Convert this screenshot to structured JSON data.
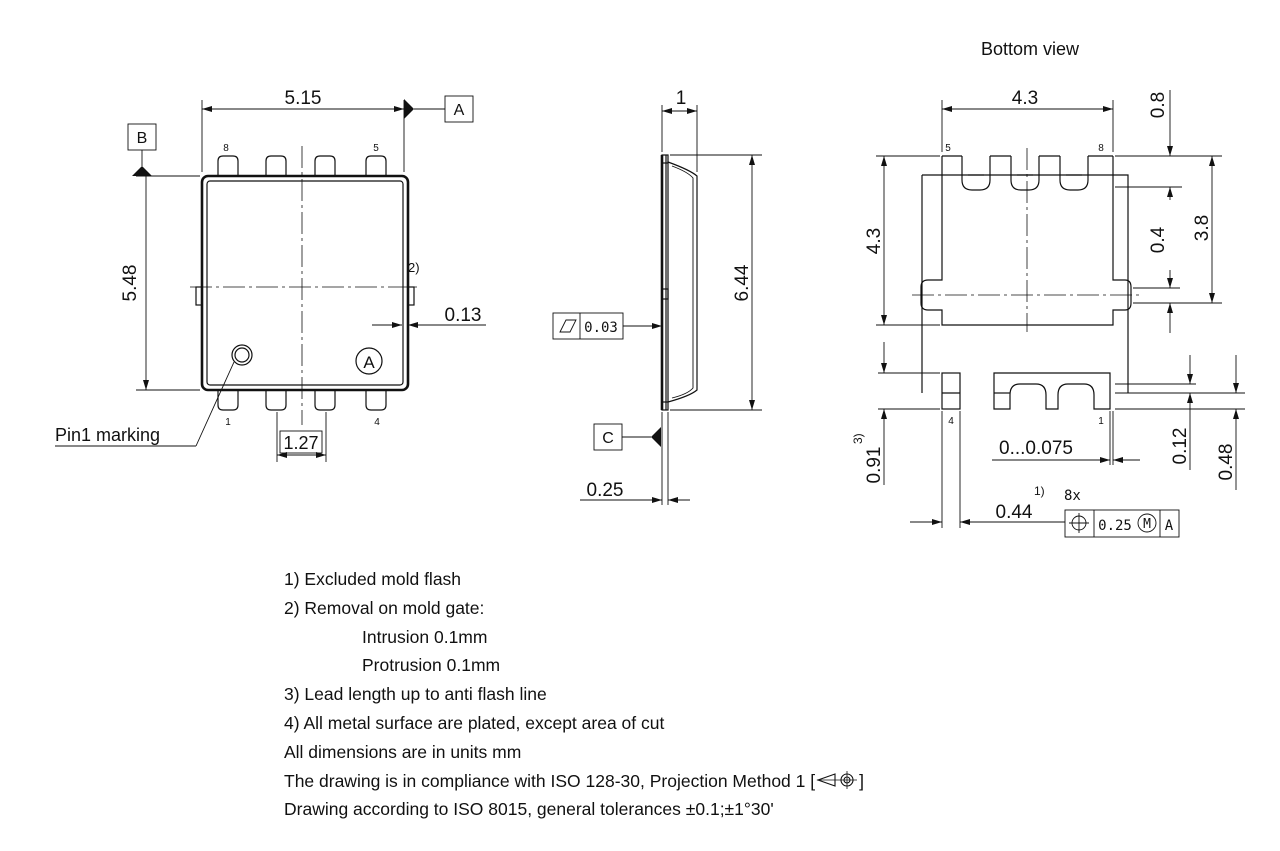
{
  "top_view": {
    "width_dim": "5.15",
    "height_dim": "5.48",
    "datum_a": "A",
    "datum_b": "B",
    "pin_8": "8",
    "pin_5": "5",
    "pin_1": "1",
    "pin_4": "4",
    "note_ref_2": "2)",
    "flash_dim": "0.13",
    "pitch_dim": "1.27",
    "pin1_label": "Pin1 marking",
    "circle_a": "A"
  },
  "side_view": {
    "thickness_dim": "1",
    "length_dim": "6.44",
    "flatness_value": "0.03",
    "datum_c": "C",
    "lead_dim": "0.25"
  },
  "bottom_view": {
    "title": "Bottom view",
    "width_dim": "4.3",
    "height_dim": "4.3",
    "dim_08": "0.8",
    "dim_04": "0.4",
    "dim_38": "3.8",
    "dim_091": "0.91",
    "dim_091_ref": "3)",
    "range_dim": "0...0.075",
    "dim_012": "0.12",
    "dim_048": "0.48",
    "dim_044": "0.44",
    "dim_044_ref": "1)",
    "count": "8x",
    "pos_tol": "0.25",
    "pos_mod": "M",
    "pos_datum": "A",
    "pin_5": "5",
    "pin_8": "8",
    "pin_4": "4",
    "pin_1": "1"
  },
  "notes": [
    "1) Excluded mold flash",
    "2) Removal on mold gate:",
    "Intrusion 0.1mm",
    "Protrusion 0.1mm",
    "3) Lead length up to anti flash line",
    "4) All metal surface are plated, except area of cut",
    "All dimensions are in units mm",
    "The drawing is in compliance with ISO 128-30, Projection Method 1 [",
    "]",
    "Drawing according to ISO 8015, general tolerances ±0.1;±1°30'"
  ]
}
